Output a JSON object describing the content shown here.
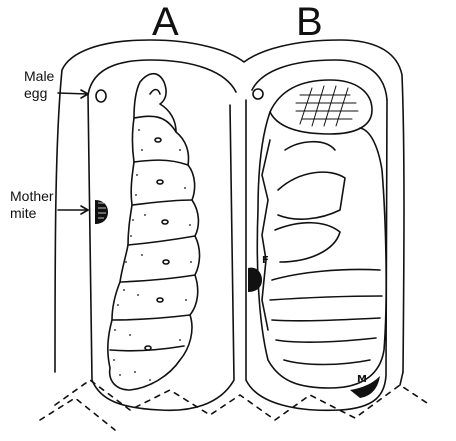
{
  "labels": {
    "panel_a": "A",
    "panel_b": "B",
    "male_egg_line1": "Male",
    "male_egg_line2": "egg",
    "mother_mite_line1": "Mother",
    "mother_mite_line2": "mite",
    "mark_f": "F",
    "mark_m": "M"
  },
  "colors": {
    "ink": "#111111",
    "background": "#ffffff"
  }
}
